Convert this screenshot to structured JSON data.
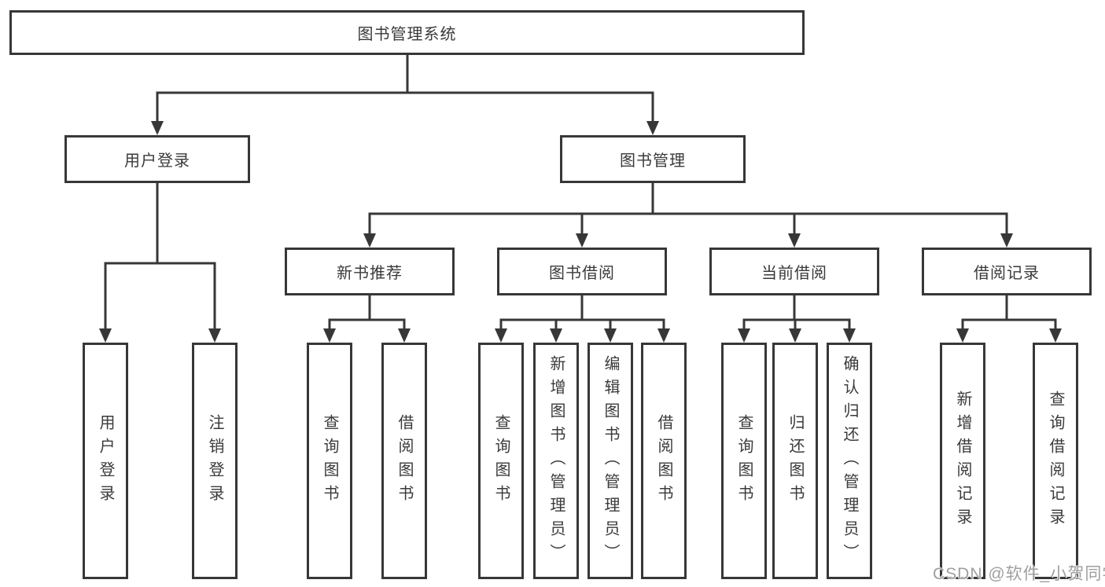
{
  "tree": {
    "root": {
      "label": "图书管理系统"
    },
    "children": [
      {
        "label": "用户登录",
        "children": [
          {
            "label": "用户登录"
          },
          {
            "label": "注销登录"
          }
        ]
      },
      {
        "label": "图书管理",
        "children": [
          {
            "label": "新书推荐",
            "children": [
              {
                "label": "查询图书"
              },
              {
                "label": "借阅图书"
              }
            ]
          },
          {
            "label": "图书借阅",
            "children": [
              {
                "label": "查询图书"
              },
              {
                "label": "新增图书（管理员）"
              },
              {
                "label": "编辑图书（管理员）"
              },
              {
                "label": "借阅图书"
              }
            ]
          },
          {
            "label": "当前借阅",
            "children": [
              {
                "label": "查询图书"
              },
              {
                "label": "归还图书"
              },
              {
                "label": "确认归还（管理员）"
              }
            ]
          },
          {
            "label": "借阅记录",
            "children": [
              {
                "label": "新增借阅记录"
              },
              {
                "label": "查询借阅记录"
              }
            ]
          }
        ]
      }
    ]
  },
  "watermark": "CSDN @软件_小贺同学",
  "colors": {
    "line": "#373737",
    "text": "#3a3a3a",
    "watermark": "#9f9f9f",
    "background": "#ffffff"
  }
}
